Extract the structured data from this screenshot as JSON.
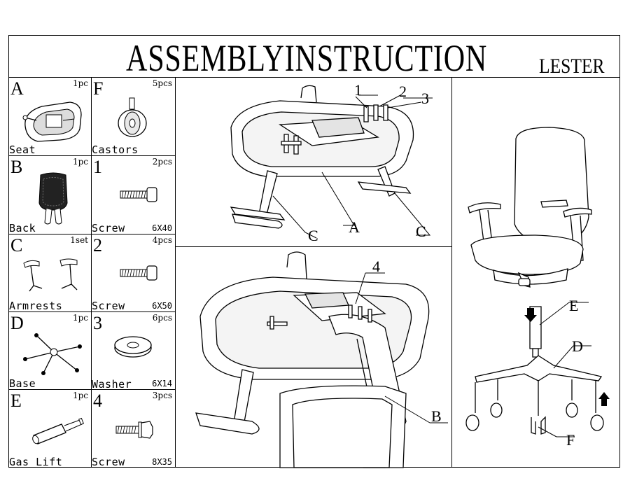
{
  "header": {
    "title": "ASSEMBLYINSTRUCTION",
    "model": "LESTER"
  },
  "parts": [
    {
      "id": "A",
      "qty": "1pc",
      "name": "Seat",
      "size": ""
    },
    {
      "id": "F",
      "qty": "5pcs",
      "name": "Castors",
      "size": ""
    },
    {
      "id": "B",
      "qty": "1pc",
      "name": "Back",
      "size": ""
    },
    {
      "id": "1",
      "qty": "2pcs",
      "name": "Screw",
      "size": "6X40"
    },
    {
      "id": "C",
      "qty": "1set",
      "name": "Armrests",
      "size": ""
    },
    {
      "id": "2",
      "qty": "4pcs",
      "name": "Screw",
      "size": "6X50"
    },
    {
      "id": "D",
      "qty": "1pc",
      "name": "Base",
      "size": ""
    },
    {
      "id": "3",
      "qty": "6pcs",
      "name": "Washer",
      "size": "6X14"
    },
    {
      "id": "E",
      "qty": "1pc",
      "name": "Gas Lift",
      "size": ""
    },
    {
      "id": "4",
      "qty": "3pcs",
      "name": "Screw",
      "size": "8X35"
    }
  ],
  "step1": {
    "callouts": [
      "1",
      "2",
      "3",
      "C",
      "A",
      "C"
    ]
  },
  "step2": {
    "callouts": [
      "4",
      "B"
    ]
  },
  "step3": {
    "callouts": [
      "E",
      "D",
      "F"
    ]
  }
}
